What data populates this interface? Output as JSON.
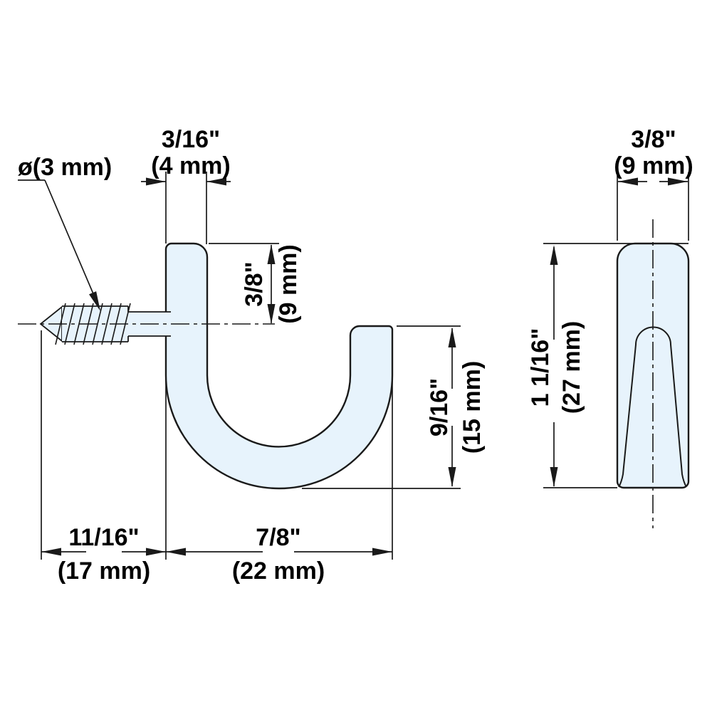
{
  "drawing": {
    "colors": {
      "part_fill": "#e7f3fc",
      "line": "#1a1a1a"
    },
    "front_view": {
      "screw_diameter_label": "ø(3 mm)",
      "dim_hook_thickness": {
        "inch": "3/16\"",
        "mm": "(4 mm)"
      },
      "dim_top_to_axis": {
        "inch": "3/8\"",
        "mm": "(9 mm)"
      },
      "dim_opening_depth": {
        "inch": "9/16\"",
        "mm": "(15 mm)"
      },
      "dim_screw_length": {
        "inch": "11/16\"",
        "mm": "(17 mm)"
      },
      "dim_hook_width": {
        "inch": "7/8\"",
        "mm": "(22 mm)"
      }
    },
    "side_view": {
      "dim_width": {
        "inch": "3/8\"",
        "mm": "(9 mm)"
      },
      "dim_height": {
        "inch": "1 1/16\"",
        "mm": "(27 mm)"
      }
    }
  }
}
